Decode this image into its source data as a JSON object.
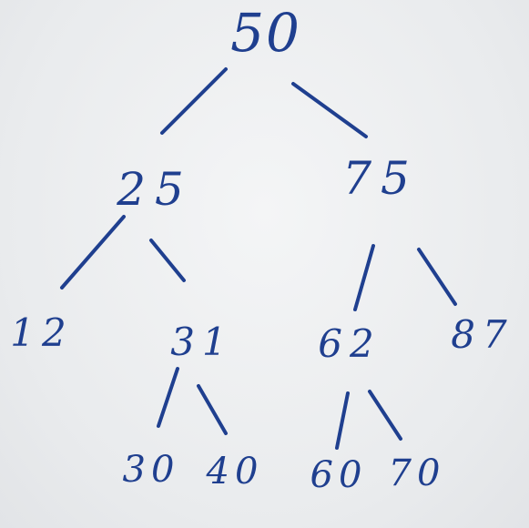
{
  "tree": {
    "root": "50",
    "level1": {
      "left": "25",
      "right": "75"
    },
    "level2": {
      "a": "12",
      "b": "31",
      "c": "62",
      "d": "87"
    },
    "level3": {
      "a": "30",
      "b": "40",
      "c": "60",
      "d": "70"
    }
  },
  "colors": {
    "ink": "#1f3f8f",
    "board": "#eceef0"
  }
}
